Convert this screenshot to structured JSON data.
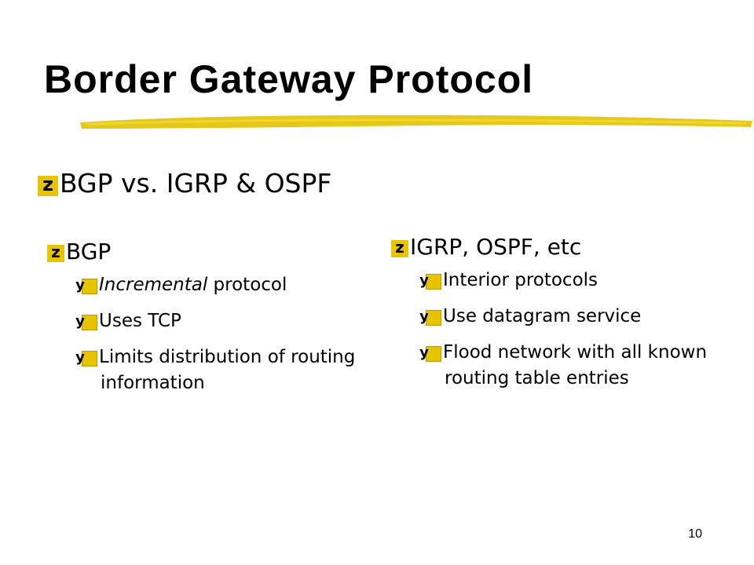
{
  "slide": {
    "title": "Border Gateway Protocol",
    "main_bullet": "BGP vs. IGRP & OSPF",
    "page_number": "10"
  },
  "left": {
    "heading": "BGP",
    "items": [
      {
        "italic": "Incremental",
        "rest": " protocol"
      },
      {
        "italic": "",
        "rest": "Uses TCP"
      },
      {
        "italic": "",
        "rest": "Limits distribution of routing information"
      }
    ]
  },
  "right": {
    "heading": "IGRP, OSPF, etc",
    "items": [
      {
        "rest": "Interior protocols"
      },
      {
        "rest": "Use datagram service"
      },
      {
        "rest": "Flood network with all known routing table entries"
      }
    ]
  },
  "colors": {
    "bullet": "#e8c400",
    "underline": "#e2c200",
    "text": "#000000"
  },
  "icons": {
    "main_bullet": "z",
    "sub_bullet": "y"
  }
}
